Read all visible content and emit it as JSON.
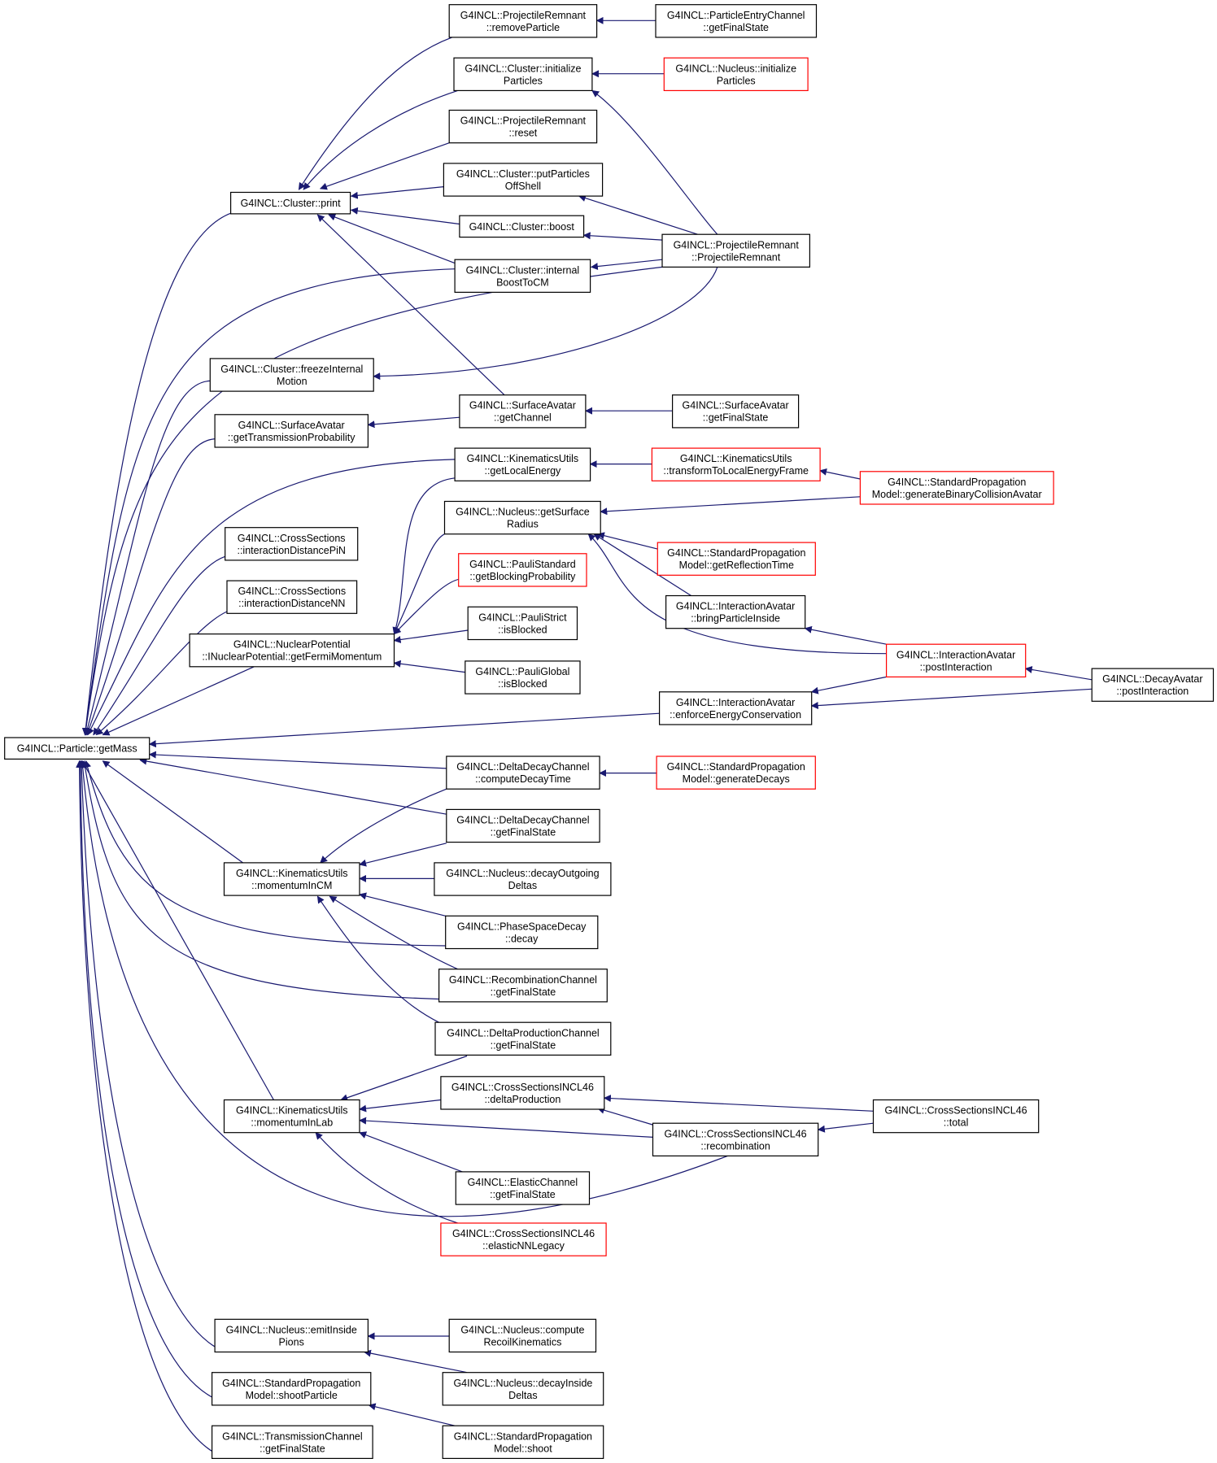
{
  "colors": {
    "edge": "#191970",
    "box_border": "#000000",
    "truncated_border": "#ff0000",
    "root_fill": "#bfbfbf"
  },
  "nodes": {
    "n_getmass": {
      "lines": [
        "G4INCL::Particle::getMass"
      ],
      "style": "root"
    },
    "n_print": {
      "lines": [
        "G4INCL::Cluster::print"
      ]
    },
    "n_remove": {
      "lines": [
        "G4INCL::ProjectileRemnant",
        "::removeParticle"
      ]
    },
    "n_pec": {
      "lines": [
        "G4INCL::ParticleEntryChannel",
        "::getFinalState"
      ]
    },
    "n_ciparticles": {
      "lines": [
        "G4INCL::Cluster::initialize",
        "Particles"
      ]
    },
    "n_niparticles": {
      "lines": [
        "G4INCL::Nucleus::initialize",
        "Particles"
      ],
      "style": "red"
    },
    "n_prreset": {
      "lines": [
        "G4INCL::ProjectileRemnant",
        "::reset"
      ]
    },
    "n_offshell": {
      "lines": [
        "G4INCL::Cluster::putParticles",
        "OffShell"
      ]
    },
    "n_boost": {
      "lines": [
        "G4INCL::Cluster::boost"
      ]
    },
    "n_prctor": {
      "lines": [
        "G4INCL::ProjectileRemnant",
        "::ProjectileRemnant"
      ]
    },
    "n_internalboost": {
      "lines": [
        "G4INCL::Cluster::internal",
        "BoostToCM"
      ]
    },
    "n_freeze": {
      "lines": [
        "G4INCL::Cluster::freezeInternal",
        "Motion"
      ]
    },
    "n_sa_trans": {
      "lines": [
        "G4INCL::SurfaceAvatar",
        "::getTransmissionProbability"
      ]
    },
    "n_sa_channel": {
      "lines": [
        "G4INCL::SurfaceAvatar",
        "::getChannel"
      ]
    },
    "n_sa_final": {
      "lines": [
        "G4INCL::SurfaceAvatar",
        "::getFinalState"
      ]
    },
    "n_ku_local": {
      "lines": [
        "G4INCL::KinematicsUtils",
        "::getLocalEnergy"
      ]
    },
    "n_ku_transform": {
      "lines": [
        "G4INCL::KinematicsUtils",
        "::transformToLocalEnergyFrame"
      ],
      "style": "red"
    },
    "n_spm_binary": {
      "lines": [
        "G4INCL::StandardPropagation",
        "Model::generateBinaryCollisionAvatar"
      ],
      "style": "red"
    },
    "n_nuc_surface": {
      "lines": [
        "G4INCL::Nucleus::getSurface",
        "Radius"
      ]
    },
    "n_spm_refl": {
      "lines": [
        "G4INCL::StandardPropagation",
        "Model::getReflectionTime"
      ],
      "style": "red"
    },
    "n_xs_pin": {
      "lines": [
        "G4INCL::CrossSections",
        "::interactionDistancePiN"
      ]
    },
    "n_pauli_std": {
      "lines": [
        "G4INCL::PauliStandard",
        "::getBlockingProbability"
      ],
      "style": "red"
    },
    "n_xs_nn": {
      "lines": [
        "G4INCL::CrossSections",
        "::interactionDistanceNN"
      ]
    },
    "n_ia_bring": {
      "lines": [
        "G4INCL::InteractionAvatar",
        "::bringParticleInside"
      ]
    },
    "n_pauli_strict": {
      "lines": [
        "G4INCL::PauliStrict",
        "::isBlocked"
      ]
    },
    "n_np_fermi": {
      "lines": [
        "G4INCL::NuclearPotential",
        "::INuclearPotential::getFermiMomentum"
      ]
    },
    "n_ia_post": {
      "lines": [
        "G4INCL::InteractionAvatar",
        "::postInteraction"
      ],
      "style": "red"
    },
    "n_pauli_global": {
      "lines": [
        "G4INCL::PauliGlobal",
        "::isBlocked"
      ]
    },
    "n_da_post": {
      "lines": [
        "G4INCL::DecayAvatar",
        "::postInteraction"
      ]
    },
    "n_ia_energy": {
      "lines": [
        "G4INCL::InteractionAvatar",
        "::enforceEnergyConservation"
      ]
    },
    "n_ddc_time": {
      "lines": [
        "G4INCL::DeltaDecayChannel",
        "::computeDecayTime"
      ]
    },
    "n_spm_decays": {
      "lines": [
        "G4INCL::StandardPropagation",
        "Model::generateDecays"
      ],
      "style": "red"
    },
    "n_ddc_final": {
      "lines": [
        "G4INCL::DeltaDecayChannel",
        "::getFinalState"
      ]
    },
    "n_ku_cm": {
      "lines": [
        "G4INCL::KinematicsUtils",
        "::momentumInCM"
      ]
    },
    "n_nuc_decayout": {
      "lines": [
        "G4INCL::Nucleus::decayOutgoing",
        "Deltas"
      ]
    },
    "n_psd": {
      "lines": [
        "G4INCL::PhaseSpaceDecay",
        "::decay"
      ]
    },
    "n_rc_final": {
      "lines": [
        "G4INCL::RecombinationChannel",
        "::getFinalState"
      ]
    },
    "n_dpc_final": {
      "lines": [
        "G4INCL::DeltaProductionChannel",
        "::getFinalState"
      ]
    },
    "n_xs46_delta": {
      "lines": [
        "G4INCL::CrossSectionsINCL46",
        "::deltaProduction"
      ]
    },
    "n_xs46_total": {
      "lines": [
        "G4INCL::CrossSectionsINCL46",
        "::total"
      ]
    },
    "n_ku_lab": {
      "lines": [
        "G4INCL::KinematicsUtils",
        "::momentumInLab"
      ]
    },
    "n_xs46_recomb": {
      "lines": [
        "G4INCL::CrossSectionsINCL46",
        "::recombination"
      ]
    },
    "n_ec_final": {
      "lines": [
        "G4INCL::ElasticChannel",
        "::getFinalState"
      ]
    },
    "n_xs46_elastic": {
      "lines": [
        "G4INCL::CrossSectionsINCL46",
        "::elasticNNLegacy"
      ],
      "style": "red"
    },
    "n_nuc_emit": {
      "lines": [
        "G4INCL::Nucleus::emitInside",
        "Pions"
      ]
    },
    "n_nuc_recoil": {
      "lines": [
        "G4INCL::Nucleus::compute",
        "RecoilKinematics"
      ]
    },
    "n_nuc_decayin": {
      "lines": [
        "G4INCL::Nucleus::decayInside",
        "Deltas"
      ]
    },
    "n_spm_shootp": {
      "lines": [
        "G4INCL::StandardPropagation",
        "Model::shootParticle"
      ]
    },
    "n_tc_final": {
      "lines": [
        "G4INCL::TransmissionChannel",
        "::getFinalState"
      ]
    },
    "n_spm_shoot": {
      "lines": [
        "G4INCL::StandardPropagation",
        "Model::shoot"
      ]
    }
  }
}
